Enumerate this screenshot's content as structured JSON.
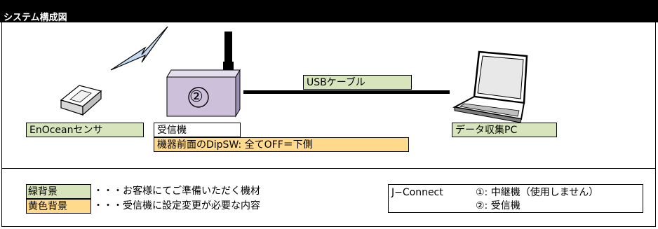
{
  "title": "システム構成図",
  "labels": {
    "usb_cable": "USBケーブル",
    "sensor": "EnOceanセンサ",
    "receiver": "受信機",
    "dipsw_note": "機器前面のDipSW: 全てOFF＝下側",
    "pc": "データ収集PC",
    "receiver_number": "②"
  },
  "legend": {
    "green_label": "緑背景",
    "green_desc": "・・・お客様にてご準備いただく機材",
    "yellow_label": "黄色背景",
    "yellow_desc": "・・・受信機に設定変更が必要な内容"
  },
  "jconnect": {
    "name": "J−Connect",
    "line1": "①: 中継機（使用しません）",
    "line2": "②: 受信機"
  },
  "colors": {
    "green": "#d8e4bc",
    "yellow": "#ffd98c",
    "receiver_box": "#ccc0da"
  }
}
